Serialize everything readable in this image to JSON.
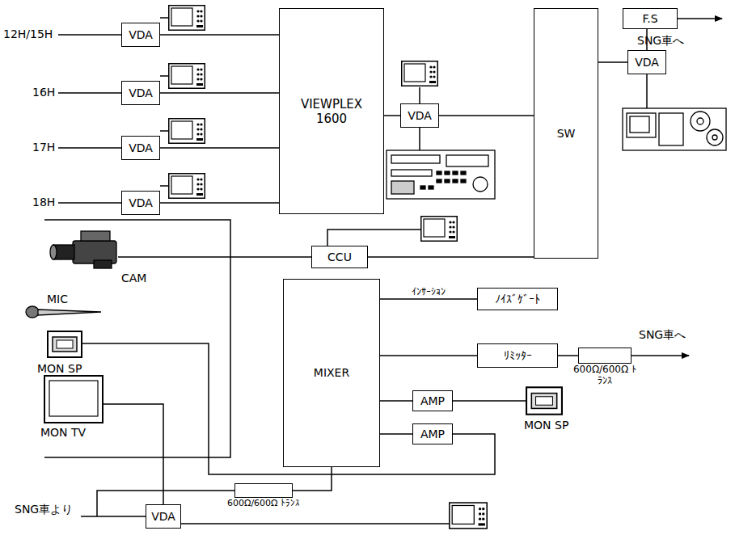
{
  "diagram": {
    "nodes": [
      {
        "text": [
          "VDA"
        ]
      },
      {
        "text": [
          "VDA"
        ]
      },
      {
        "text": [
          "VDA"
        ]
      },
      {
        "text": [
          "VDA"
        ]
      },
      {
        "text": [
          "VIEWPLEX 1600"
        ]
      },
      {
        "text": [
          "VDA"
        ]
      },
      {
        "text": [
          "SW"
        ]
      },
      {
        "text": [
          "F.S"
        ]
      },
      {
        "text": [
          "VDA"
        ]
      },
      {
        "text": [
          "CCU"
        ]
      },
      {
        "text": [
          "MIXER"
        ]
      },
      {
        "text": [
          "ﾉｲｽﾞｹﾞｰﾄ"
        ]
      },
      {
        "text": [
          "ﾘﾐｯﾀｰ"
        ]
      },
      {
        "text": [
          "600Ω/600Ω ﾄﾗﾝｽ"
        ]
      },
      {
        "text": [
          "AMP"
        ]
      },
      {
        "text": [
          "AMP"
        ]
      },
      {
        "text": [
          "600Ω/600Ω ﾄﾗﾝｽ"
        ]
      },
      {
        "text": [
          "VDA"
        ]
      }
    ],
    "edges": [
      {
        "from": 0,
        "to": 4,
        "arrow": "none"
      },
      {
        "from": 1,
        "to": 4,
        "arrow": "none"
      },
      {
        "from": 2,
        "to": 4,
        "arrow": "none"
      },
      {
        "from": 3,
        "to": 4,
        "arrow": "none"
      },
      {
        "from": 4,
        "to": 5,
        "arrow": "none"
      },
      {
        "from": 5,
        "to": 6,
        "arrow": "none"
      },
      {
        "from": 6,
        "to": 8,
        "arrow": "none"
      },
      {
        "from": 8,
        "to": 7,
        "arrow": "none"
      },
      {
        "from": 9,
        "to": 6,
        "arrow": "none"
      },
      {
        "from": 10,
        "to": 11,
        "label": "ｲﾝｻｰｼｮﾝ",
        "arrow": "none"
      },
      {
        "from": 10,
        "to": 12,
        "arrow": "none"
      },
      {
        "from": 12,
        "to": 13,
        "arrow": "none"
      },
      {
        "from": 10,
        "to": 14,
        "arrow": "none"
      },
      {
        "from": 10,
        "to": 15,
        "arrow": "none"
      },
      {
        "from": 16,
        "to": 10,
        "arrow": "none"
      }
    ],
    "labels": [
      "12H/15H",
      "16H",
      "17H",
      "18H",
      "SNG車へ",
      "CAM",
      "MIC",
      "MON SP",
      "MON TV",
      "SNG車へ",
      "MON SP",
      "SNG車より"
    ]
  }
}
